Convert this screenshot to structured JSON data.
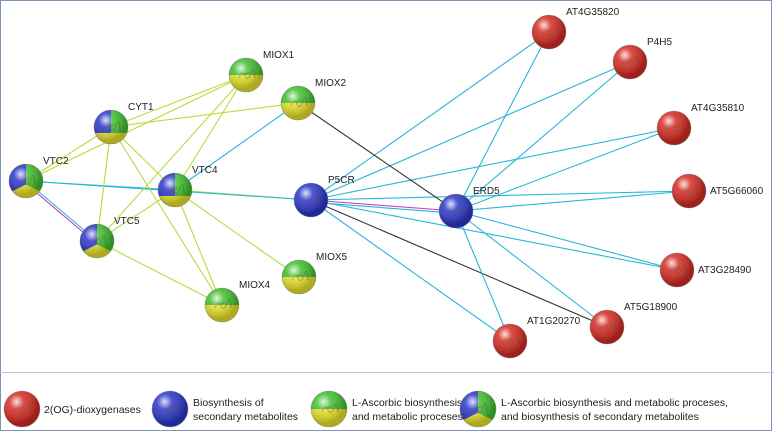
{
  "colors": {
    "red": "#d42b22",
    "blue": "#2b37c8",
    "green": "#3fbf2f",
    "yellow": "#e6e32a",
    "edge_cyan": "#26b7d8",
    "edge_yellowgreen": "#b8dc3a",
    "edge_black": "#333333",
    "edge_magenta": "#d43cc8"
  },
  "nodes": [
    {
      "id": "AT4G35820",
      "label": "AT4G35820",
      "type": "red"
    },
    {
      "id": "P4H5",
      "label": "P4H5",
      "type": "red"
    },
    {
      "id": "AT4G35810",
      "label": "AT4G35810",
      "type": "red"
    },
    {
      "id": "AT5G66060",
      "label": "AT5G66060",
      "type": "red"
    },
    {
      "id": "AT3G28490",
      "label": "AT3G28490",
      "type": "red"
    },
    {
      "id": "AT5G18900",
      "label": "AT5G18900",
      "type": "red"
    },
    {
      "id": "AT1G20270",
      "label": "AT1G20270",
      "type": "red"
    },
    {
      "id": "ERD5",
      "label": "ERD5",
      "type": "blue"
    },
    {
      "id": "P5CR",
      "label": "P5CR",
      "type": "blue"
    },
    {
      "id": "MIOX1",
      "label": "MIOX1",
      "type": "yellowgreen"
    },
    {
      "id": "MIOX2",
      "label": "MIOX2",
      "type": "yellowgreen"
    },
    {
      "id": "MIOX5",
      "label": "MIOX5",
      "type": "yellowgreen"
    },
    {
      "id": "MIOX4",
      "label": "MIOX4",
      "type": "yellowgreen"
    },
    {
      "id": "CYT1",
      "label": "CYT1",
      "type": "bluegreen"
    },
    {
      "id": "VTC2",
      "label": "VTC2",
      "type": "tri"
    },
    {
      "id": "VTC4",
      "label": "VTC4",
      "type": "bluegreen"
    },
    {
      "id": "VTC5",
      "label": "VTC5",
      "type": "tri"
    }
  ],
  "edges": [
    {
      "from": "P5CR",
      "to": "AT4G35820",
      "color": "edge_cyan"
    },
    {
      "from": "P5CR",
      "to": "P4H5",
      "color": "edge_cyan"
    },
    {
      "from": "P5CR",
      "to": "AT4G35810",
      "color": "edge_cyan"
    },
    {
      "from": "P5CR",
      "to": "AT5G66060",
      "color": "edge_cyan"
    },
    {
      "from": "P5CR",
      "to": "AT3G28490",
      "color": "edge_cyan"
    },
    {
      "from": "P5CR",
      "to": "AT5G18900",
      "color": "edge_black"
    },
    {
      "from": "P5CR",
      "to": "AT1G20270",
      "color": "edge_cyan"
    },
    {
      "from": "P5CR",
      "to": "ERD5",
      "color": "edge_magenta"
    },
    {
      "from": "P5CR",
      "to": "ERD5",
      "color": "edge_cyan"
    },
    {
      "from": "ERD5",
      "to": "AT4G35820",
      "color": "edge_cyan"
    },
    {
      "from": "ERD5",
      "to": "P4H5",
      "color": "edge_cyan"
    },
    {
      "from": "ERD5",
      "to": "AT4G35810",
      "color": "edge_cyan"
    },
    {
      "from": "ERD5",
      "to": "AT5G66060",
      "color": "edge_cyan"
    },
    {
      "from": "ERD5",
      "to": "AT3G28490",
      "color": "edge_cyan"
    },
    {
      "from": "ERD5",
      "to": "AT5G18900",
      "color": "edge_cyan"
    },
    {
      "from": "ERD5",
      "to": "AT1G20270",
      "color": "edge_cyan"
    },
    {
      "from": "MIOX2",
      "to": "ERD5",
      "color": "edge_black"
    },
    {
      "from": "VTC4",
      "to": "P5CR",
      "color": "edge_yellowgreen"
    },
    {
      "from": "VTC2",
      "to": "P5CR",
      "color": "edge_cyan"
    },
    {
      "from": "VTC4",
      "to": "MIOX2",
      "color": "edge_cyan"
    },
    {
      "from": "VTC4",
      "to": "MIOX1",
      "color": "edge_yellowgreen"
    },
    {
      "from": "VTC4",
      "to": "MIOX5",
      "color": "edge_yellowgreen"
    },
    {
      "from": "VTC4",
      "to": "MIOX4",
      "color": "edge_yellowgreen"
    },
    {
      "from": "VTC4",
      "to": "CYT1",
      "color": "edge_yellowgreen"
    },
    {
      "from": "VTC4",
      "to": "VTC5",
      "color": "edge_yellowgreen"
    },
    {
      "from": "VTC4",
      "to": "VTC2",
      "color": "edge_cyan"
    },
    {
      "from": "CYT1",
      "to": "MIOX1",
      "color": "edge_yellowgreen"
    },
    {
      "from": "CYT1",
      "to": "MIOX2",
      "color": "edge_yellowgreen"
    },
    {
      "from": "CYT1",
      "to": "VTC2",
      "color": "edge_yellowgreen"
    },
    {
      "from": "CYT1",
      "to": "VTC5",
      "color": "edge_yellowgreen"
    },
    {
      "from": "CYT1",
      "to": "MIOX4",
      "color": "edge_yellowgreen"
    },
    {
      "from": "VTC2",
      "to": "VTC5",
      "color": "edge_cyan"
    },
    {
      "from": "VTC2",
      "to": "VTC5",
      "color": "edge_magenta"
    },
    {
      "from": "VTC2",
      "to": "MIOX1",
      "color": "edge_yellowgreen"
    },
    {
      "from": "VTC5",
      "to": "MIOX4",
      "color": "edge_yellowgreen"
    },
    {
      "from": "VTC5",
      "to": "MIOX1",
      "color": "edge_yellowgreen"
    }
  ],
  "legend": [
    {
      "label_lines": [
        "2(OG)-dioxygenases"
      ],
      "type": "red"
    },
    {
      "label_lines": [
        "Biosynthesis of",
        "secondary metabolites"
      ],
      "type": "blue"
    },
    {
      "label_lines": [
        "L-Ascorbic biosynthesis",
        "and metabolic proceses"
      ],
      "type": "yellowgreen"
    },
    {
      "label_lines": [
        "L-Ascorbic biosynthesis and metabolic proceses,",
        "and biosynthesis of secondary metabolites"
      ],
      "type": "tri"
    }
  ]
}
